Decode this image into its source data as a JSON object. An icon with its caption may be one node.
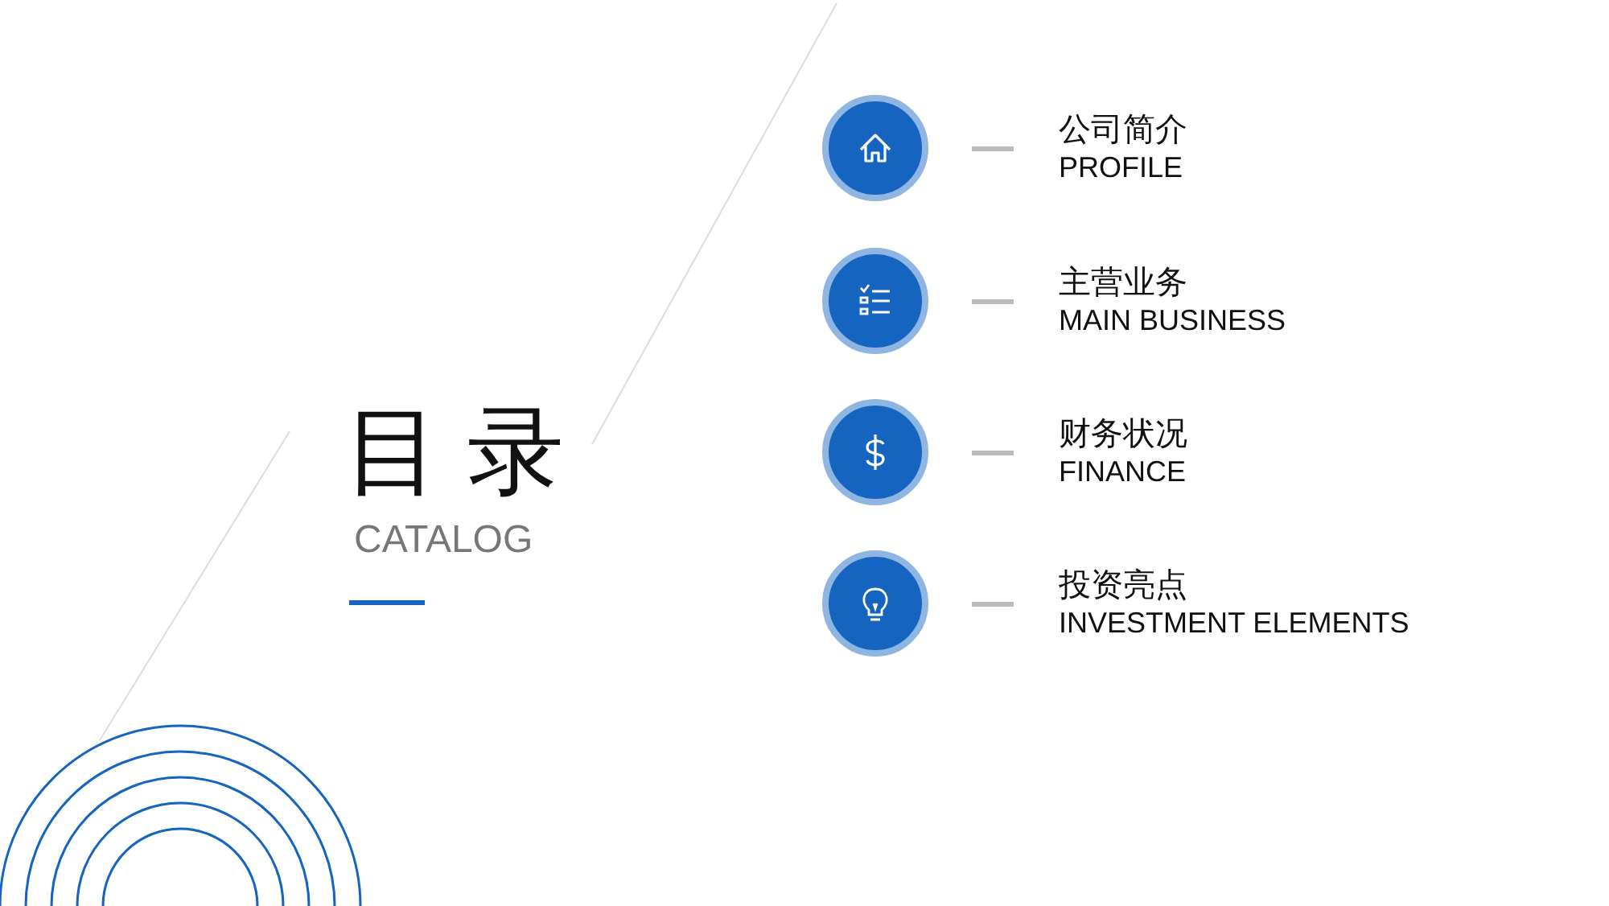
{
  "diagram": {
    "title": "目 录",
    "labels": [
      "CATALOG",
      "公司简介",
      "PROFILE",
      "主营业务",
      "MAIN BUSINESS",
      "财务状况",
      "FINANCE",
      "投资亮点",
      "INVESTMENT ELEMENTS"
    ]
  }
}
